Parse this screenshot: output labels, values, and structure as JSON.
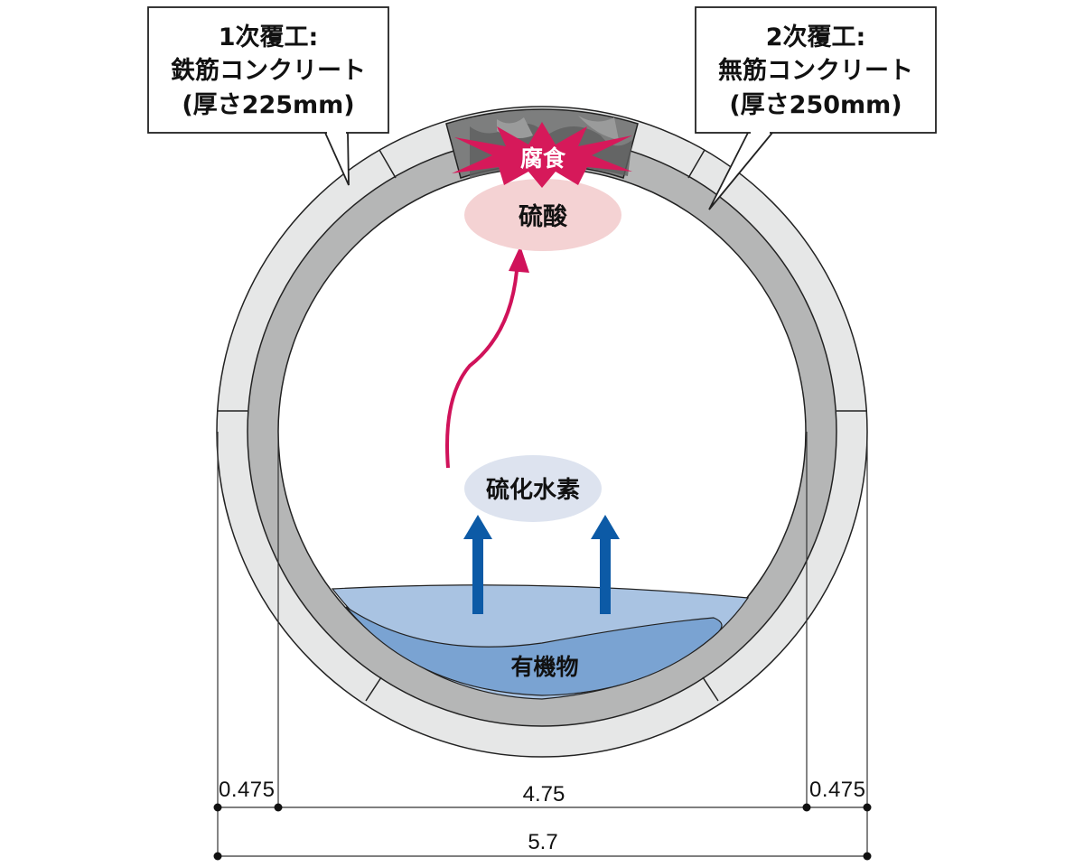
{
  "callouts": {
    "primary": {
      "line1": "1次覆工:",
      "line2": "鉄筋コンクリート",
      "line3": "(厚さ225mm)"
    },
    "secondary": {
      "line1": "2次覆工:",
      "line2": "無筋コンクリート",
      "line3": "(厚さ250mm)"
    }
  },
  "labels": {
    "corrosion": "腐食",
    "sulfuric_acid": "硫酸",
    "hydrogen_sulfide": "硫化水素",
    "organic_matter": "有機物"
  },
  "dimensions": {
    "left_thickness": "0.475",
    "inner_diameter": "4.75",
    "right_thickness": "0.475",
    "outer_diameter": "5.7"
  },
  "colors": {
    "outer_ring": "#e6e7e7",
    "inner_ring": "#b5b6b6",
    "corroded": "#6f7070",
    "corrosion_burst": "#d6195a",
    "acid_bubble": "#f4d2d3",
    "gas_bubble": "#dde3ef",
    "water_light": "#a9c3e2",
    "water_dark": "#7aa3d2",
    "blue_arrow": "#0c5aa6",
    "red_arrow": "#d0125a"
  }
}
